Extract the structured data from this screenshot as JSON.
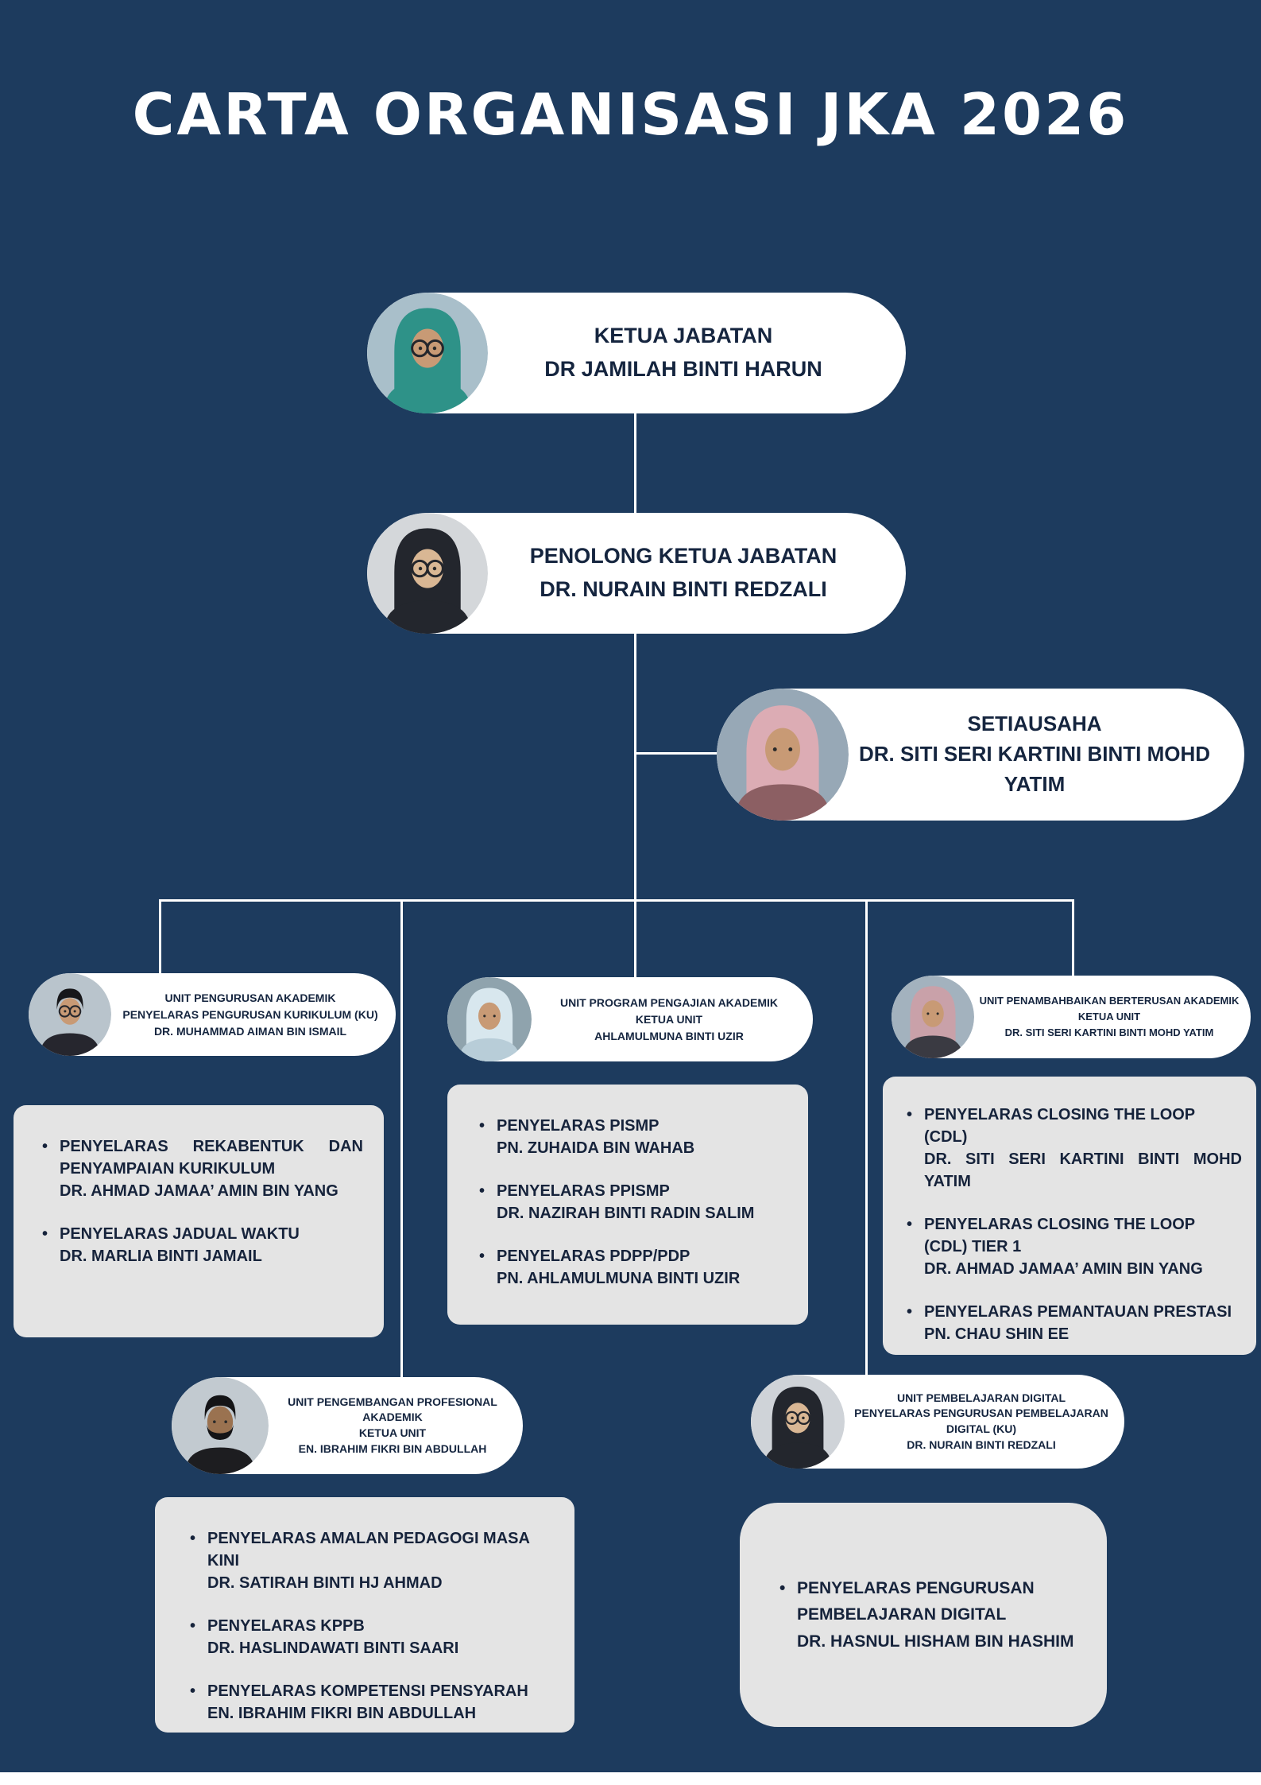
{
  "page": {
    "title": "CARTA ORGANISASI JKA 2026",
    "colors": {
      "background": "#1d3b5e",
      "card": "#ffffff",
      "panel": "#e4e4e4",
      "text_dark": "#15253f",
      "line": "#ffffff"
    }
  },
  "top_nodes": {
    "ketua": {
      "title": "KETUA JABATAN",
      "person": "DR JAMILAH BINTI HARUN",
      "avatar": {
        "type": "hijab",
        "hijab": "#2e9288",
        "skin": "#c89a75",
        "shirt": "#2e9288",
        "bg": "#a9bfca",
        "glasses": true
      }
    },
    "penolong": {
      "title": "PENOLONG KETUA JABATAN",
      "person": "DR. NURAIN BINTI REDZALI",
      "avatar": {
        "type": "hijab",
        "hijab": "#23262d",
        "skin": "#d9b794",
        "shirt": "#23262d",
        "bg": "#d4d7da",
        "glasses": true
      }
    },
    "setiausaha": {
      "title": "SETIAUSAHA",
      "person": "DR. SITI SERI KARTINI BINTI MOHD YATIM",
      "avatar": {
        "type": "hijab",
        "hijab": "#dcacb4",
        "skin": "#c89a75",
        "shirt": "#8c5f63",
        "bg": "#97a8b6",
        "glasses": false
      }
    }
  },
  "units": [
    {
      "header": [
        "UNIT PENGURUSAN AKADEMIK",
        "PENYELARAS PENGURUSAN KURIKULUM (KU)",
        "DR. MUHAMMAD AIMAN BIN ISMAIL"
      ],
      "avatar": {
        "type": "man",
        "hair": "#17171a",
        "skin": "#c89a75",
        "shirt": "#26262e",
        "bg": "#b9c4cc",
        "glasses": true
      },
      "bullets": [
        {
          "role": "PENYELARAS REKABENTUK DAN PENYAMPAIAN KURIKULUM",
          "person": "DR. AHMAD JAMAA’ AMIN BIN YANG"
        },
        {
          "role": "PENYELARAS JADUAL WAKTU",
          "person": "DR. MARLIA BINTI JAMAIL"
        }
      ]
    },
    {
      "header": [
        "UNIT PROGRAM PENGAJIAN AKADEMIK",
        "KETUA UNIT",
        "AHLAMULMUNA BINTI UZIR"
      ],
      "avatar": {
        "type": "hijab",
        "hijab": "#d8e7ee",
        "skin": "#c89a75",
        "shirt": "#b8cdd8",
        "bg": "#8fa3ad",
        "glasses": false
      },
      "bullets": [
        {
          "role": "PENYELARAS PISMP",
          "person": "PN. ZUHAIDA BIN WAHAB"
        },
        {
          "role": "PENYELARAS PPISMP",
          "person": "DR. NAZIRAH BINTI RADIN SALIM"
        },
        {
          "role": "PENYELARAS PDPP/PDP",
          "person": "PN. AHLAMULMUNA BINTI UZIR"
        }
      ]
    },
    {
      "header": [
        "UNIT PENAMBAHBAIKAN BERTERUSAN AKADEMIK",
        "KETUA UNIT",
        "DR. SITI SERI KARTINI BINTI MOHD YATIM"
      ],
      "avatar": {
        "type": "hijab",
        "hijab": "#c9a1a9",
        "skin": "#c89a75",
        "shirt": "#3a3a42",
        "bg": "#a3b2be",
        "glasses": false
      },
      "bullets": [
        {
          "role": "PENYELARAS CLOSING THE LOOP (CDL)",
          "person": "DR. SITI SERI KARTINI BINTI MOHD YATIM"
        },
        {
          "role": "PENYELARAS CLOSING THE LOOP (CDL) TIER 1",
          "person": "DR. AHMAD JAMAA’ AMIN BIN YANG"
        },
        {
          "role": "PENYELARAS PEMANTAUAN PRESTASI",
          "person": "PN. CHAU SHIN EE"
        }
      ]
    },
    {
      "header": [
        "UNIT PENGEMBANGAN PROFESIONAL",
        "AKADEMIK",
        "KETUA UNIT",
        "EN. IBRAHIM FIKRI BIN ABDULLAH"
      ],
      "avatar": {
        "type": "man",
        "hair": "#141416",
        "skin": "#9a7250",
        "shirt": "#1d1d20",
        "bg": "#c2cad0",
        "glasses": false,
        "beard": true
      },
      "bullets": [
        {
          "role": "PENYELARAS AMALAN PEDAGOGI MASA KINI",
          "person": "DR. SATIRAH BINTI HJ AHMAD"
        },
        {
          "role": "PENYELARAS KPPB",
          "person": "DR. HASLINDAWATI BINTI SAARI"
        },
        {
          "role": "PENYELARAS KOMPETENSI PENSYARAH",
          "person": "EN. IBRAHIM FIKRI BIN ABDULLAH"
        }
      ]
    },
    {
      "header": [
        "UNIT PEMBELAJARAN DIGITAL",
        "PENYELARAS PENGURUSAN PEMBELAJARAN",
        "DIGITAL (KU)",
        "DR. NURAIN BINTI REDZALI"
      ],
      "avatar": {
        "type": "hijab",
        "hijab": "#23262d",
        "skin": "#d9b794",
        "shirt": "#23262d",
        "bg": "#cfd3d8",
        "glasses": true
      },
      "bullets": [
        {
          "role": "PENYELARAS PENGURUSAN PEMBELAJARAN DIGITAL",
          "person": "DR. HASNUL HISHAM BIN HASHIM"
        }
      ]
    }
  ]
}
